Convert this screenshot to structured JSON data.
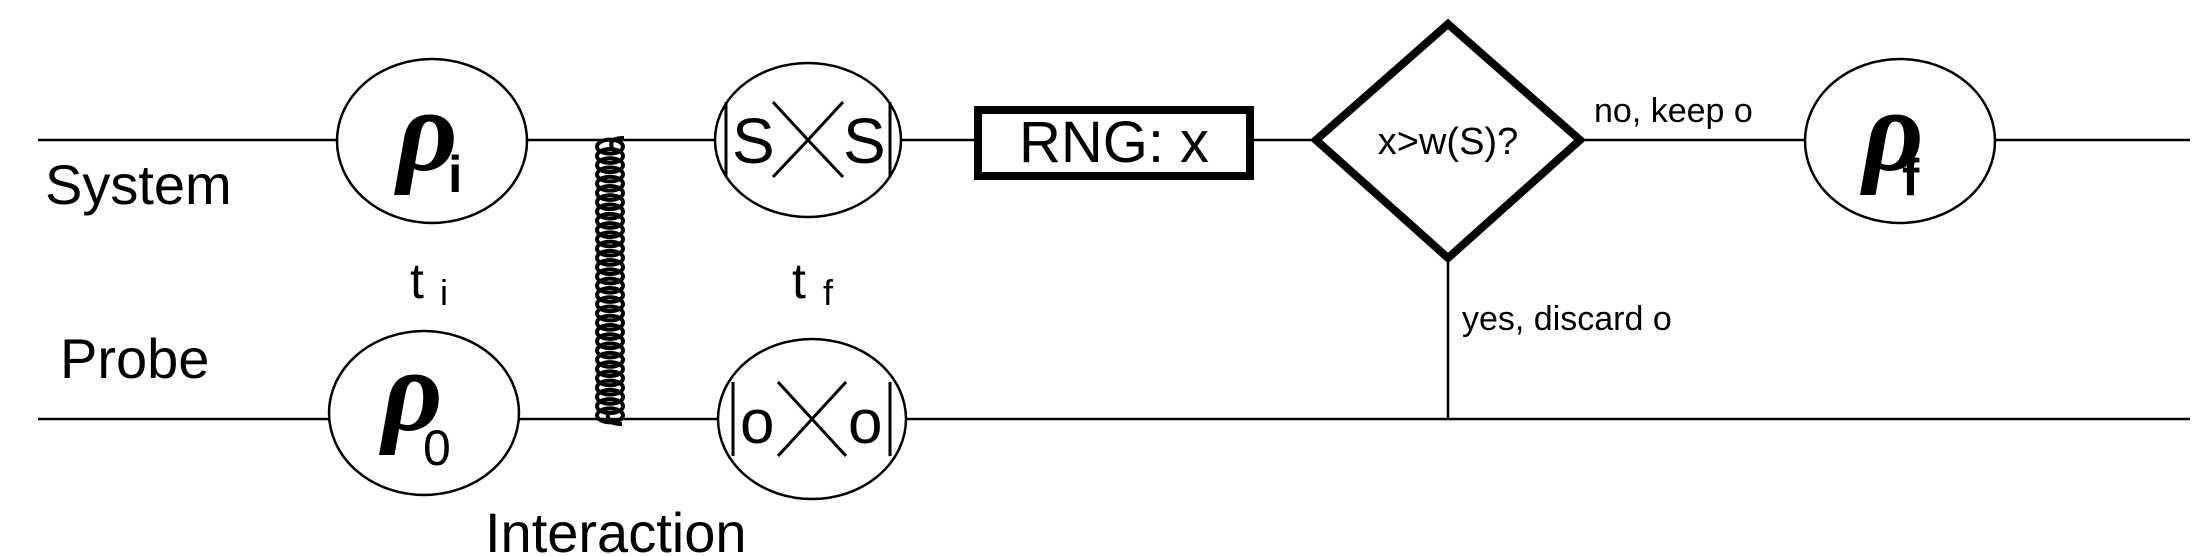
{
  "labels": {
    "system": "System",
    "probe": "Probe",
    "interaction": "Interaction",
    "t_i_base": "t",
    "t_i_sub": "i",
    "t_f_base": "t",
    "t_f_sub": "f"
  },
  "nodes": {
    "rho_i": {
      "symbol": "ρ",
      "sub": "i"
    },
    "rho_0": {
      "symbol": "ρ",
      "sub": "0"
    },
    "rho_f": {
      "symbol": "ρ",
      "sub": "f"
    },
    "proj_s": {
      "left": "|",
      "a": "S",
      "b": "S",
      "right": "|"
    },
    "proj_o": {
      "left": "|",
      "a": "o",
      "b": "o",
      "right": "|"
    }
  },
  "rng": {
    "label": "RNG: x"
  },
  "decision": {
    "label": "x>w(S)?"
  },
  "branches": {
    "no": "no, keep o",
    "yes": "yes, discard o"
  },
  "colors": {
    "ink": "#000000",
    "paper": "#ffffff"
  }
}
